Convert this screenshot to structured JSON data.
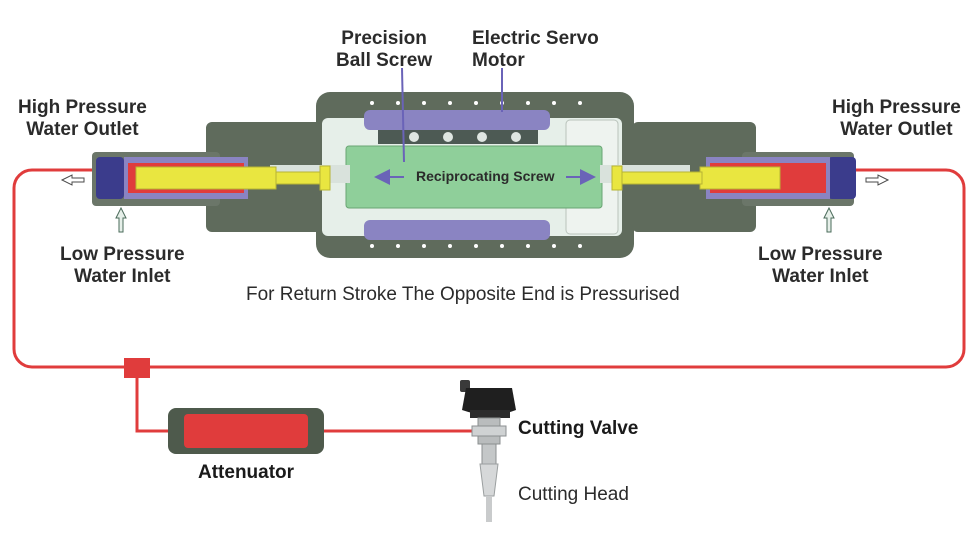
{
  "labels": {
    "precision_ball_screw": [
      "Precision",
      "Ball Screw"
    ],
    "electric_servo_motor": [
      "Electric Servo",
      "Motor"
    ],
    "hp_outlet_left": [
      "High Pressure",
      "Water Outlet"
    ],
    "hp_outlet_right": [
      "High Pressure",
      "Water Outlet"
    ],
    "lp_inlet_left": [
      "Low Pressure",
      "Water Inlet"
    ],
    "lp_inlet_right": [
      "Low Pressure",
      "Water Inlet"
    ],
    "reciprocating_screw": "Reciprocating Screw",
    "return_stroke_note": "For Return Stroke The Opposite End is Pressurised",
    "attenuator": "Attenuator",
    "cutting_valve": "Cutting Valve",
    "cutting_head": "Cutting Head"
  },
  "colors": {
    "housing": "#5f6b5c",
    "housing_light": "#8a9486",
    "screw": "#8fcf9a",
    "bore": "#e6efe9",
    "pipe": "#e03c3c",
    "piston": "#e9e640",
    "motor": "#8a84c2",
    "outer_cap": "#3b3c8c"
  }
}
